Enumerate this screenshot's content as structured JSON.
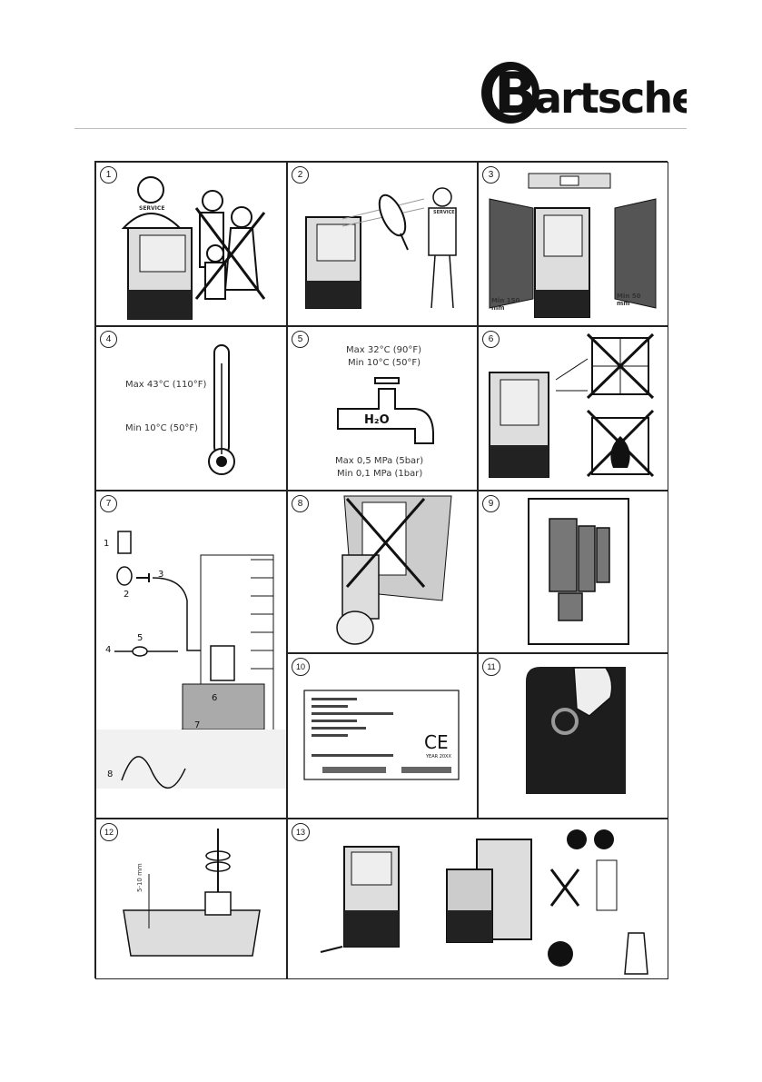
{
  "brand": {
    "logo_text": "Bartscher"
  },
  "steps": [
    {
      "number": "1",
      "labels": {
        "service": "SERVICE"
      }
    },
    {
      "number": "2",
      "labels": {
        "service": "SERVICE"
      }
    },
    {
      "number": "3",
      "labels": {
        "min_left": "Min 150 mm",
        "min_right": "Min 50 mm"
      }
    },
    {
      "number": "4",
      "labels": {
        "max": "Max 43°C (110°F)",
        "min": "Min 10°C (50°F)"
      }
    },
    {
      "number": "5",
      "labels": {
        "max_temp": "Max 32°C (90°F)",
        "min_temp": "Min 10°C (50°F)",
        "h2o": "H₂O",
        "max_pressure": "Max 0,5 MPa (5bar)",
        "min_pressure": "Min 0,1 MPa (1bar)"
      }
    },
    {
      "number": "6"
    },
    {
      "number": "7",
      "callouts": [
        "1",
        "2",
        "3",
        "4",
        "5",
        "6",
        "7",
        "8"
      ]
    },
    {
      "number": "8"
    },
    {
      "number": "9"
    },
    {
      "number": "10",
      "labels": {
        "ce": "CE",
        "year": "YEAR 20XX"
      }
    },
    {
      "number": "11"
    },
    {
      "number": "12",
      "labels": {
        "depth": "5-10 mm"
      }
    },
    {
      "number": "13"
    }
  ]
}
